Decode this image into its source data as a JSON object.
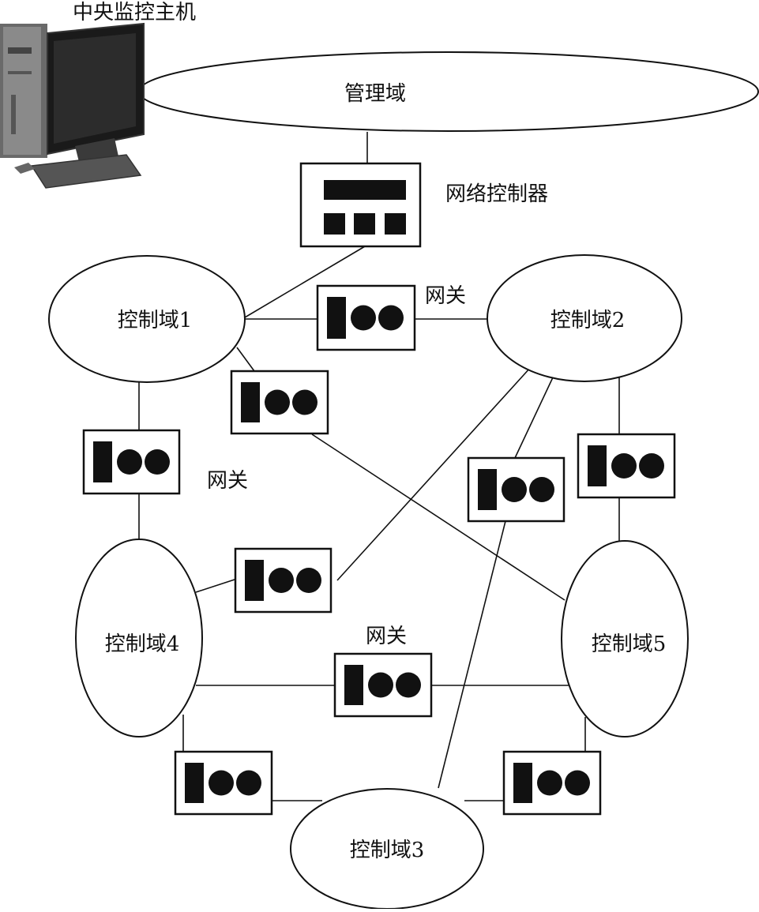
{
  "header": {
    "host_label": "中央监控主机"
  },
  "management_domain": {
    "label": "管理域"
  },
  "network_controller": {
    "label": "网络控制器"
  },
  "domains": {
    "d1": {
      "label": "控制域1"
    },
    "d2": {
      "label": "控制域2"
    },
    "d3": {
      "label": "控制域3"
    },
    "d4": {
      "label": "控制域4"
    },
    "d5": {
      "label": "控制域5"
    }
  },
  "gateway_labels": {
    "g12": "网关",
    "g14": "网关",
    "g45": "网关"
  },
  "colors": {
    "stroke": "#111111",
    "fill": "#ffffff",
    "monitor": "#1a1a1a"
  }
}
